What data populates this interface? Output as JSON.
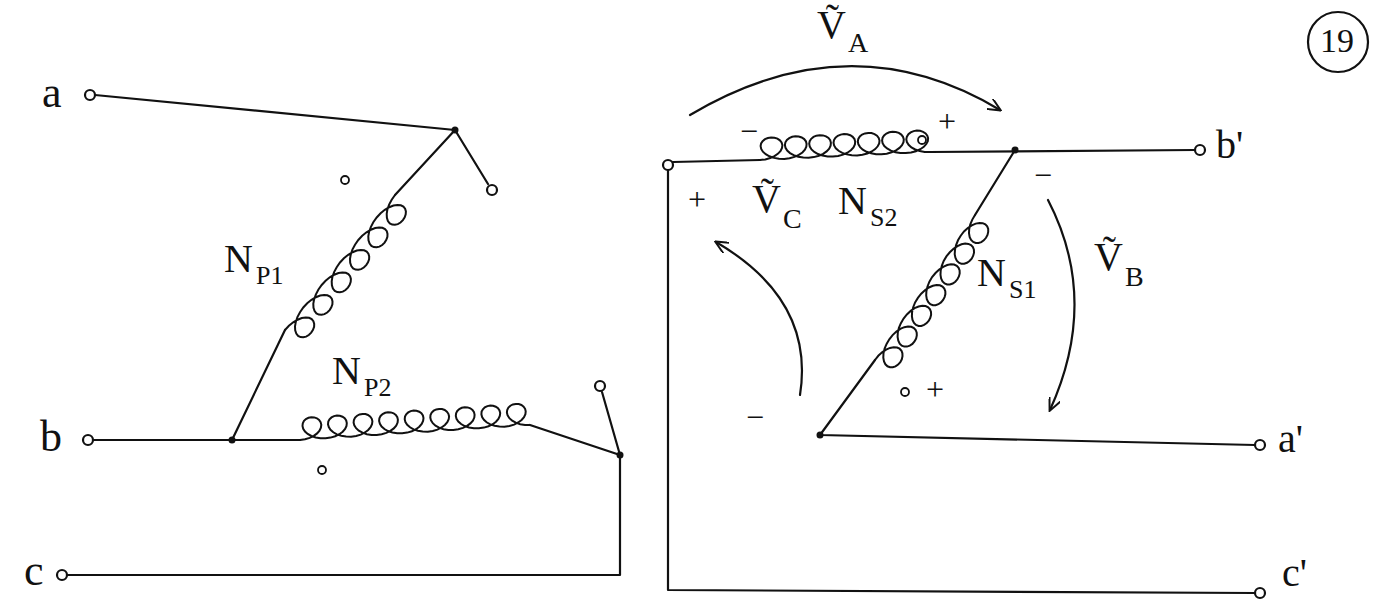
{
  "diagram": {
    "labels": [
      "a",
      "b",
      "c",
      "N",
      "P1",
      "N",
      "P2",
      "Ṽ",
      "A",
      "−",
      "+",
      "N",
      "S2",
      "+",
      "Ṽ",
      "C",
      "N",
      "S1",
      "Ṽ",
      "B",
      "−",
      "+",
      "−",
      "b'",
      "a'",
      "c'",
      "19"
    ]
  }
}
